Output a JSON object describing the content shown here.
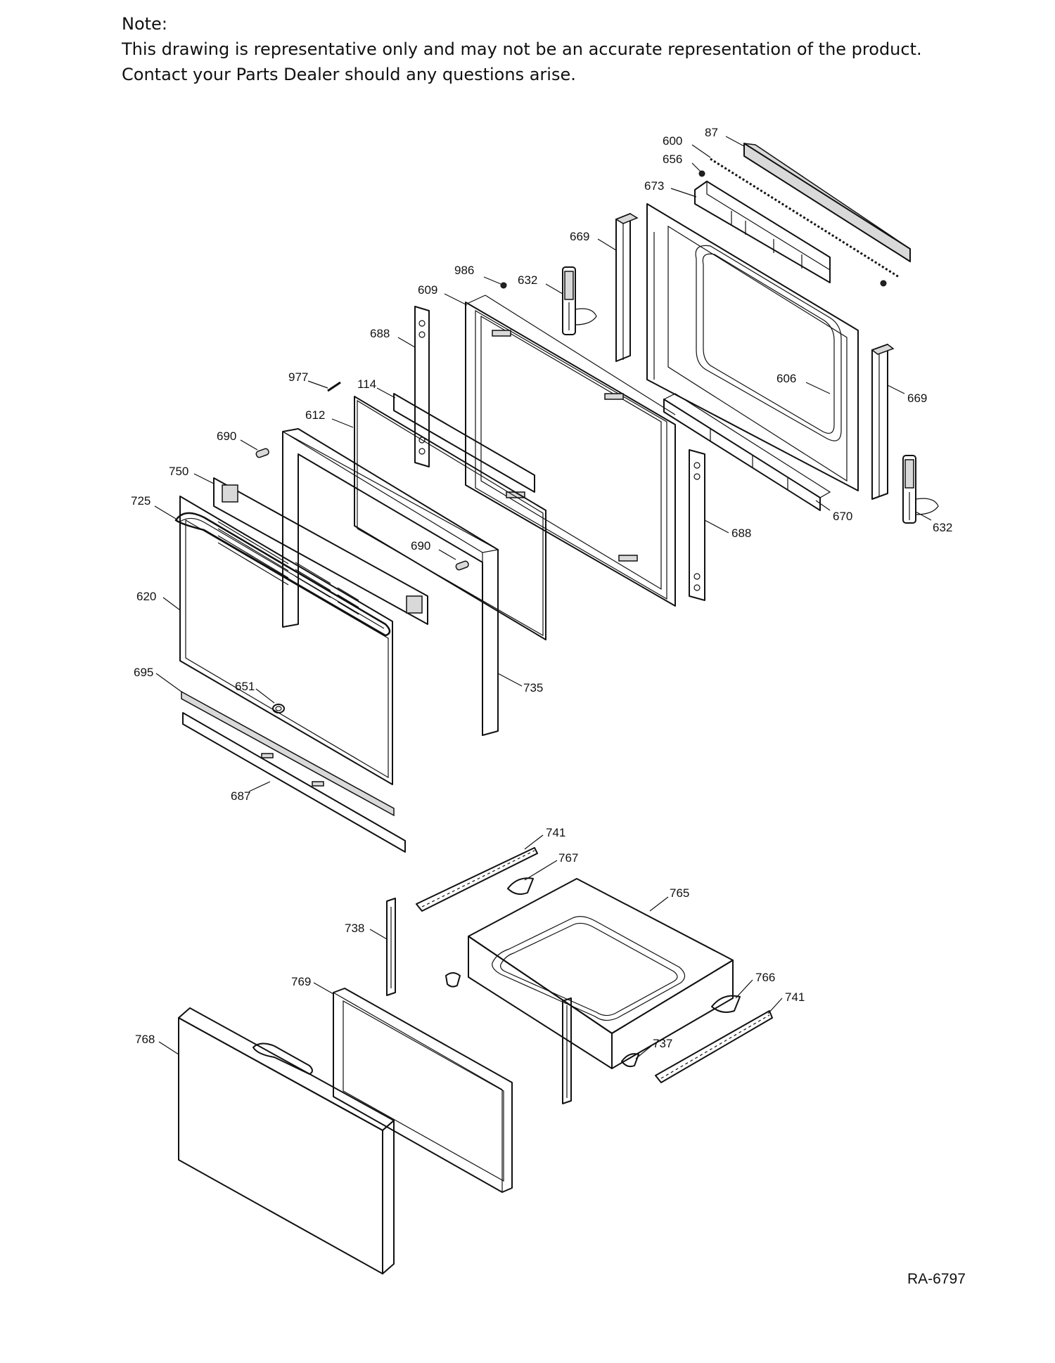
{
  "note": {
    "title": "Note:",
    "line1": "This drawing is representative only and may not be an accurate representation of the product.",
    "line2": "Contact your Parts Dealer should any questions arise."
  },
  "drawing_number": "RA-6797",
  "callouts": {
    "c87": "87",
    "c600": "600",
    "c656": "656",
    "c673": "673",
    "c669a": "669",
    "c986": "986",
    "c632a": "632",
    "c609": "609",
    "c688a": "688",
    "c977": "977",
    "c114": "114",
    "c606": "606",
    "c669b": "669",
    "c612": "612",
    "c690a": "690",
    "c750": "750",
    "c725": "725",
    "c670": "670",
    "c632b": "632",
    "c688b": "688",
    "c690b": "690",
    "c620": "620",
    "c735": "735",
    "c695": "695",
    "c651": "651",
    "c687": "687",
    "c741a": "741",
    "c767": "767",
    "c765": "765",
    "c738": "738",
    "c766": "766",
    "c769": "769",
    "c741b": "741",
    "c737": "737",
    "c768": "768"
  }
}
